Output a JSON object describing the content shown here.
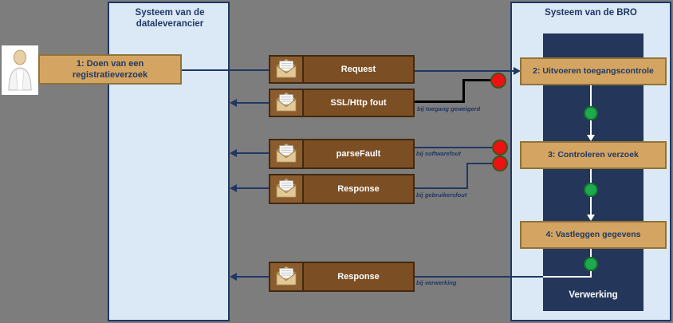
{
  "diagram": {
    "left_system": {
      "title": "Systeem van de dataleverancier"
    },
    "right_system": {
      "title": "Systeem van de BRO",
      "inner_label": "Verwerking"
    },
    "actor_step": {
      "label": "1: Doen van een registratieverzoek"
    },
    "processes": [
      {
        "label": "2: Uitvoeren toegangscontrole"
      },
      {
        "label": "3: Controleren verzoek"
      },
      {
        "label": "4: Vastleggen gegevens"
      }
    ],
    "messages": [
      {
        "label": "Request",
        "condition": ""
      },
      {
        "label": "SSL/Http fout",
        "condition": "bij toegang geweigerd"
      },
      {
        "label": "parseFault",
        "condition": "bij softwarefout"
      },
      {
        "label": "Response",
        "condition": "bij gebruikersfout"
      },
      {
        "label": "Response",
        "condition": "bij verwerking"
      }
    ],
    "colors": {
      "background": "#7d7d7d",
      "system_fill": "#dbe9f6",
      "system_border": "#1f3864",
      "inner_panel": "#243659",
      "process_fill": "#d4a562",
      "message_fill": "#7b4e24",
      "message_text": "#ffffff",
      "status_red": "#ee1111",
      "status_green": "#1fa94e",
      "line_navy": "#1f3864",
      "line_black": "#000000",
      "line_white": "#ffffff"
    }
  }
}
